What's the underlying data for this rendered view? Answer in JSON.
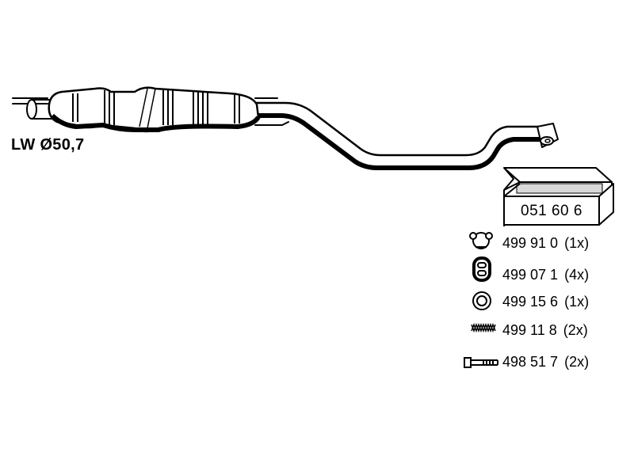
{
  "diagram": {
    "inner_diameter_label": "LW Ø50,7",
    "box": {
      "part_number": "051 60 6",
      "icon": "package-box-icon"
    },
    "parts": [
      {
        "icon": "rubber-ring-clamp-icon",
        "number": "499 91 0",
        "qty": "(1x)"
      },
      {
        "icon": "rubber-hanger-icon",
        "number": "499 07 1",
        "qty": "(4x)"
      },
      {
        "icon": "sealing-ring-icon",
        "number": "499 15 6",
        "qty": "(1x)"
      },
      {
        "icon": "spring-icon",
        "number": "499 11 8",
        "qty": "(2x)"
      },
      {
        "icon": "bolt-icon",
        "number": "498 51 7",
        "qty": "(2x)"
      }
    ]
  }
}
